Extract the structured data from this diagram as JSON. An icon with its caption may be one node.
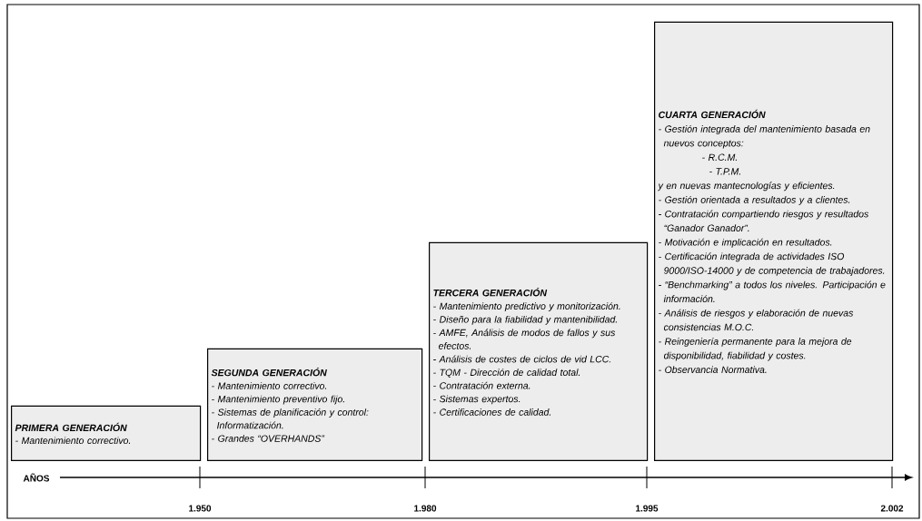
{
  "diagram": {
    "nodes": [
      {
        "text": [
          "PRIMERA GENERACIÓN",
          "- Mantenimiento correctivo."
        ]
      },
      {
        "text": [
          "SEGUNDA GENERACIÓN",
          "- Mantenimiento correctivo.",
          "- Mantenimiento preventivo fijo.",
          "- Sistemas de planificación y control: Informatización.",
          "- Grandes “OVERHANDS”"
        ]
      },
      {
        "text": [
          "TERCERA GENERACIÓN",
          "- Mantenimiento predictivo y monitorización.",
          "- Diseño para la fiabilidad y mantenibilidad.",
          "- AMFE, Análisis de modos de fallos y sus efectos.",
          "- Análisis de costes de ciclos de vid LCC.",
          "- TQM - Dirección de calidad total.",
          "- Contratación externa.",
          "- Sistemas expertos.",
          "- Certificaciones de calidad."
        ]
      },
      {
        "text": [
          "CUARTA GENERACIÓN",
          "- Gestión integrada del mantenimiento basada en nuevos conceptos:",
          "- R.C.M.",
          "- T.P.M.",
          "y en nuevas mantecnologías y eficientes.",
          "- Gestión orientada a resultados y a clientes.",
          "- Contratación compartiendo riesgos y resultados “Ganador Ganador”.",
          "- Motivación e implicación en resultados.",
          "- Certificación integrada de actividades ISO 9000/ISO-14000 y de competencia de trabajadores.",
          "- “Benchmarking” a todos los niveles. Participación e información.",
          "- Análisis de riesgos y elaboración de nuevas consistencias M.O.C.",
          "- Reingeniería permanente para la mejora de disponibilidad, fiabilidad y costes.",
          "- Observancia Normativa."
        ]
      }
    ],
    "labels": [
      "AÑOS",
      "1.950",
      "1.980",
      "1.995",
      "2.002"
    ]
  }
}
